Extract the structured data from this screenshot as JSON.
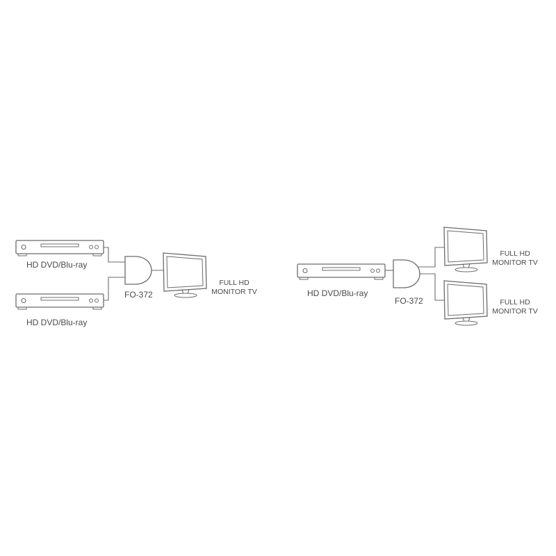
{
  "left_setup": {
    "source_top_label": "HD DVD/Blu-ray",
    "source_bottom_label": "HD DVD/Blu-ray",
    "switch_label": "FO-372",
    "monitor_label_line1": "FULL HD",
    "monitor_label_line2": "MONITOR TV"
  },
  "right_setup": {
    "source_label": "HD DVD/Blu-ray",
    "switch_label": "FO-372",
    "monitor_top_label_line1": "FULL HD",
    "monitor_top_label_line2": "MONITOR TV",
    "monitor_bottom_label_line1": "FULL HD",
    "monitor_bottom_label_line2": "MONITOR TV"
  },
  "colors": {
    "stroke": "#6b6b6b",
    "text": "#4a4a4a",
    "background": "#ffffff"
  }
}
